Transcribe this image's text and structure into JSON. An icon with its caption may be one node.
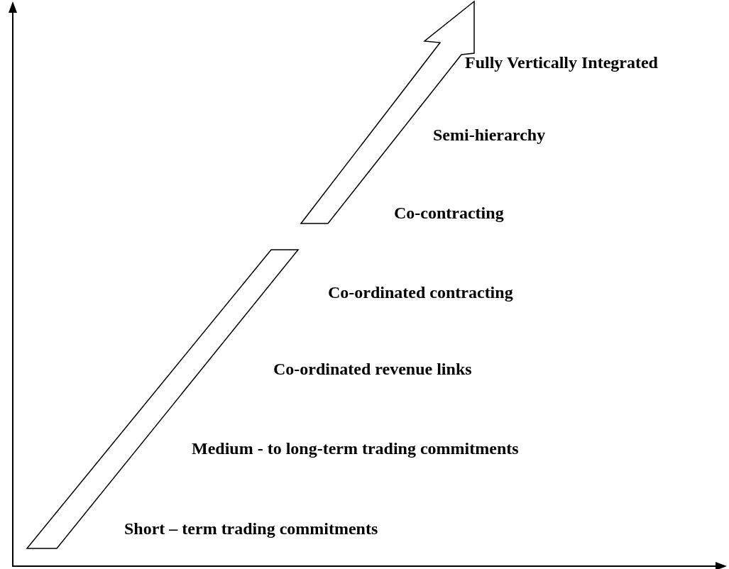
{
  "diagram": {
    "labels": [
      "Fully Vertically Integrated",
      "Semi-hierarchy",
      "Co-contracting",
      "Co-ordinated contracting",
      "Co-ordinated revenue links",
      "Medium - to long-term trading commitments",
      "Short – term trading commitments"
    ]
  }
}
